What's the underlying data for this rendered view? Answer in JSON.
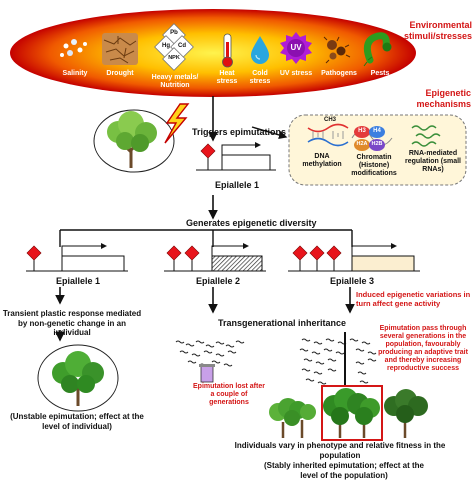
{
  "header": {
    "title": "Environmental stimuli/stresses",
    "stresses": [
      "Salinity",
      "Drought",
      "Heavy metals/ Nutrition",
      "Heat stress",
      "Cold stress",
      "UV stress",
      "Pathogens",
      "Pests"
    ],
    "element_symbols": [
      "Pb",
      "Hg",
      "Cd",
      "NPK"
    ],
    "uv_symbol": "UV"
  },
  "mechanisms": {
    "title": "Epigenetic mechanisms",
    "items": [
      "DNA methylation",
      "Chromatin (Histone) modifications",
      "RNA-mediated regulation (small RNAs)"
    ],
    "methyl_label": "CH3",
    "histone_labels": [
      "H3",
      "H4",
      "H2A",
      "H2B"
    ]
  },
  "flow": {
    "triggers": "Triggers epimutations",
    "epiallele_1": "Epiallele 1",
    "generates": "Generates epigenetic diversity",
    "epiallele_labels": [
      "Epiallele 1",
      "Epiallele 2",
      "Epiallele 3"
    ],
    "induced_note": "Induced epigenetic variations in turn affect gene activity",
    "transgenerational": "Transgenerational inheritance"
  },
  "left_branch": {
    "transient": "Transient plastic response mediated by non-genetic change in an individual",
    "unstable": "(Unstable epimutation; effect at the level of individual)"
  },
  "middle_branch": {
    "lost": "Epimutation lost after a couple of generations"
  },
  "right_branch": {
    "pass_through": "Epimutation pass through several generations in the population, favourably producing an adaptive trait and thereby increasing reproductive success",
    "individuals": "Individuals vary in phenotype and relative fitness in the population",
    "stable": "(Stably inherited epimutation; effect at the level of the population)"
  },
  "colors": {
    "ellipse_core": "#ffd400",
    "ellipse_edge": "#c40000",
    "accent_red": "#d41616",
    "diamond": "#e8141b",
    "tree_green": "#3e9b2a",
    "epiallele3_fill": "#fbeed0",
    "mechanism_box": "#fff6d9"
  }
}
